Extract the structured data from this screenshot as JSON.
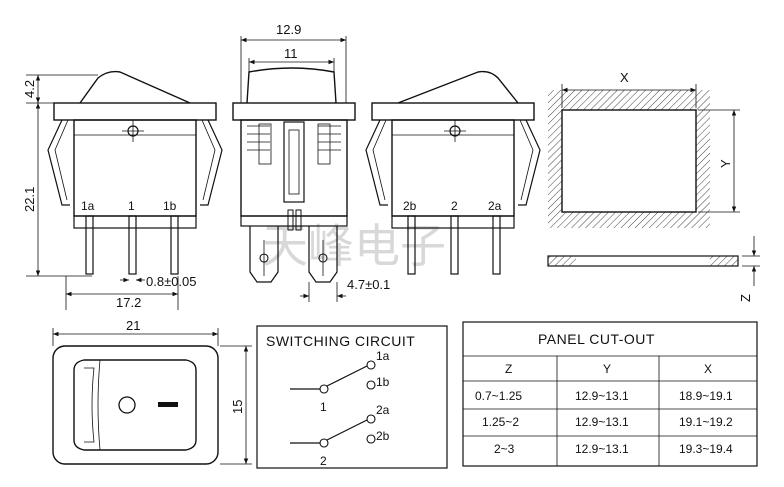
{
  "watermark": "天峰电子",
  "dimensions": {
    "top_width": "12.9",
    "inner_width": "11",
    "rocker_height": "4.2",
    "body_height": "22.1",
    "pin_spacing": "0.8±0.05",
    "pin_pitch": "17.2",
    "terminal": "4.7±0.1",
    "cutout_x": "X",
    "cutout_y": "Y",
    "cutout_z": "Z",
    "front_width": "21",
    "front_height": "15"
  },
  "pins_left": [
    "1a",
    "1",
    "1b"
  ],
  "pins_right": [
    "2b",
    "2",
    "2a"
  ],
  "switching_circuit": {
    "title": "SWITCHING CIRCUIT",
    "labels": [
      "1a",
      "1b",
      "1",
      "2a",
      "2b",
      "2"
    ]
  },
  "panel_cutout": {
    "title": "PANEL CUT-OUT",
    "headers": [
      "Z",
      "Y",
      "X"
    ],
    "rows": [
      [
        "0.7~1.25",
        "12.9~13.1",
        "18.9~19.1"
      ],
      [
        "1.25~2",
        "12.9~13.1",
        "19.1~19.2"
      ],
      [
        "2~3",
        "12.9~13.1",
        "19.3~19.4"
      ]
    ]
  }
}
